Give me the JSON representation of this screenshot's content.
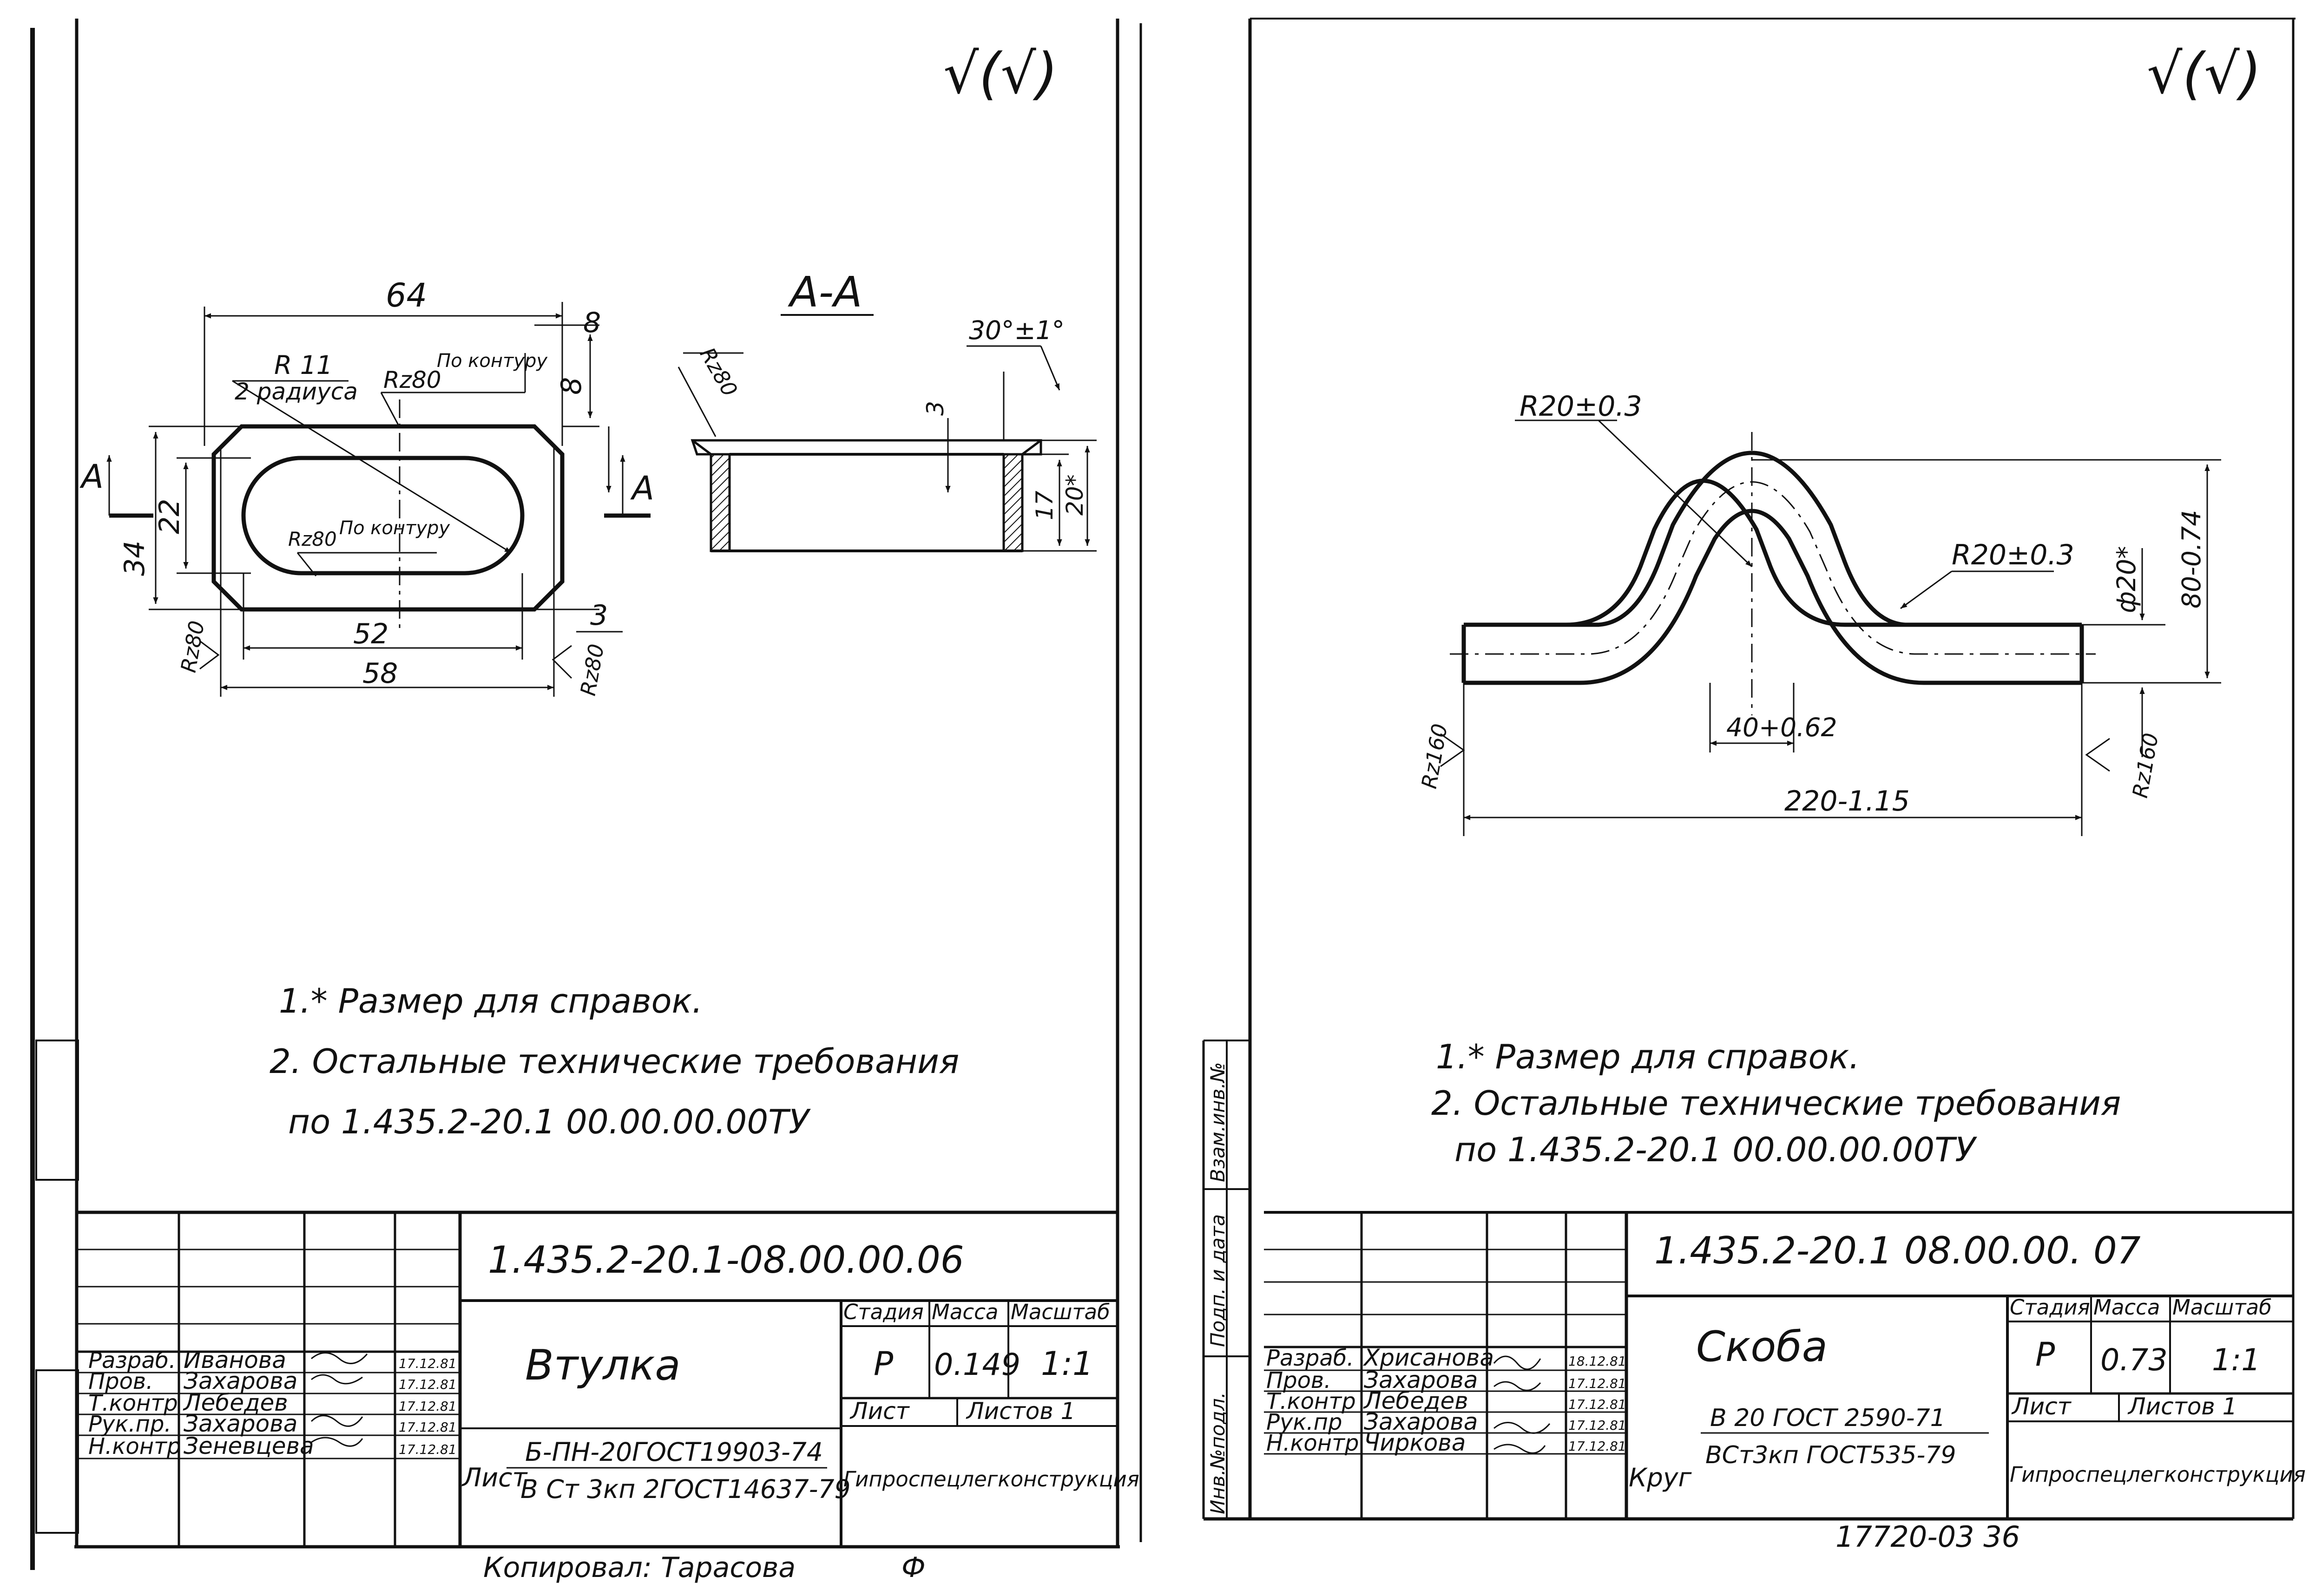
{
  "left_sheet": {
    "roughness_mark": "√(√)",
    "section_label": "А-А",
    "section_marker": "А",
    "dims": {
      "d64": "64",
      "d8a": "8",
      "d8b": "8",
      "d34": "34",
      "d22": "22",
      "d52": "52",
      "d58": "58",
      "d3": "3",
      "r11": "R 11",
      "r11_note": "2 радиуса",
      "rz80": "Rz80",
      "po_konturu": "По контуру",
      "rz80_inner": "Rz80",
      "po_konturu_inner": "По контуру",
      "rz80_left": "Rz80",
      "rz80_right": "Rz80",
      "sec_rz80": "Rz80",
      "angle": "30°±1°",
      "sec_3": "3",
      "sec_17": "17",
      "sec_20": "20*"
    },
    "notes": {
      "n1": "1.* Размер для справок.",
      "n2": "2. Остальные технические требования",
      "n3": "по  1.435.2-20.1  00.00.00.00ТУ"
    },
    "title_block": {
      "doc_number": "1.435.2-20.1-08.00.00.06",
      "part_name": "Втулка",
      "stage_label": "Стадия",
      "mass_label": "Масса",
      "scale_label": "Масштаб",
      "stage": "Р",
      "mass": "0.149",
      "scale": "1:1",
      "sheet_label": "Лист",
      "sheets_label": "Листов 1",
      "material_prefix": "Лист",
      "material_line1": "Б-ПН-20ГОСТ19903-74",
      "material_line2": "В Ст 3кп 2ГОСТ14637-79",
      "org": "Гипроспецлегконструкция",
      "roles": [
        "Разраб.",
        "Пров.",
        "Т.контр",
        "Рук.пр.",
        "Н.контр"
      ],
      "names": [
        "Иванова",
        "Захарова",
        "Лебедев",
        "Захарова",
        "Зеневцева"
      ],
      "dates": [
        "17.12.81",
        "17.12.81",
        "17.12.81",
        "17.12.81",
        "17.12.81"
      ]
    },
    "copied_by": "Копировал: Тарасова",
    "format_mark": "Ф"
  },
  "right_sheet": {
    "roughness_mark": "√(√)",
    "dims": {
      "r20_top": "R20±0.3",
      "r20_right": "R20±0.3",
      "dia20": "ф20*",
      "h80": "80-0.74",
      "w40": "40+0.62",
      "w220": "220-1.15",
      "rz160_left": "Rz160",
      "rz160_right": "Rz160"
    },
    "notes": {
      "n1": "1.* Размер для справок.",
      "n2": "2. Остальные технические требования",
      "n3": "по  1.435.2-20.1  00.00.00.00ТУ"
    },
    "side_labels": [
      "Инв.№подл.",
      "Подп. и дата",
      "Взам.инв.№"
    ],
    "title_block": {
      "doc_number": "1.435.2-20.1  08.00.00. 07",
      "part_name": "Скоба",
      "stage_label": "Стадия",
      "mass_label": "Масса",
      "scale_label": "Масштаб",
      "stage": "Р",
      "mass": "0.73",
      "scale": "1:1",
      "sheet_label": "Лист",
      "sheets_label": "Листов 1",
      "material_prefix": "Круг",
      "material_line1": "В 20 ГОСТ 2590-71",
      "material_line2": "ВСт3кп ГОСТ535-79",
      "org": "Гипроспецлегконструкция",
      "roles": [
        "Разраб.",
        "Пров.",
        "Т.контр",
        "Рук.пр",
        "Н.контр"
      ],
      "names": [
        "Хрисанова",
        "Захарова",
        "Лебедев",
        "Захарова",
        "Чиркова"
      ],
      "dates": [
        "18.12.81",
        "17.12.81",
        "17.12.81",
        "17.12.81",
        "17.12.81"
      ]
    },
    "archive_number": "17720-03  36"
  }
}
